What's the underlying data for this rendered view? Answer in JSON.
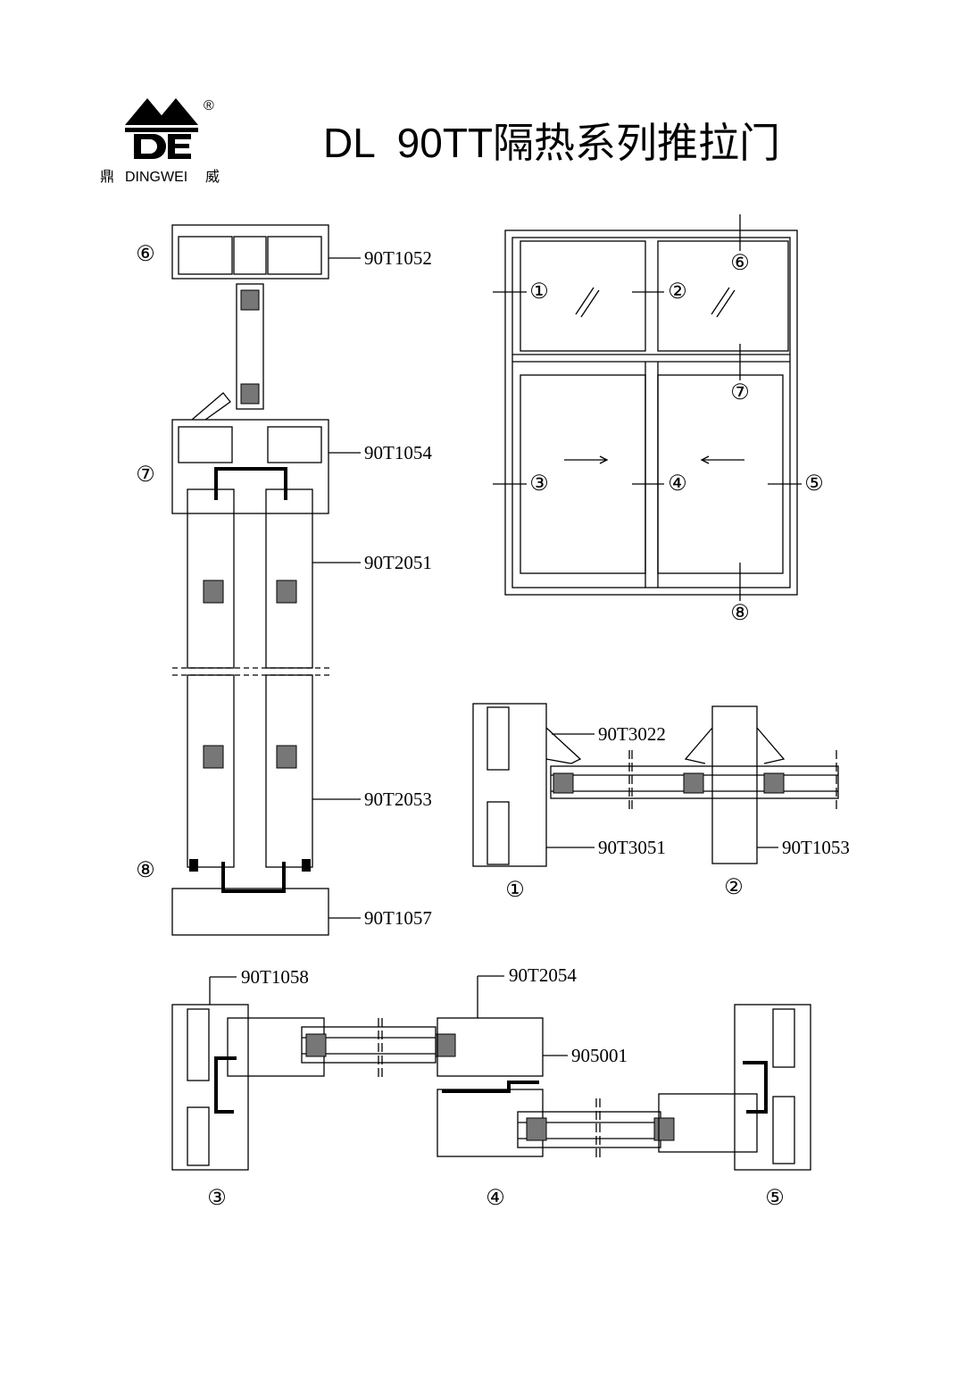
{
  "header": {
    "logo": {
      "letters": "DE",
      "registered": "®",
      "brand_cn_left": "鼎",
      "brand_en": "DINGWEI",
      "brand_cn_right": "威"
    },
    "title": "DL  90TT隔热系列推拉门"
  },
  "vertical_section": {
    "callouts": [
      {
        "num": "⑥",
        "part": "90T1052"
      },
      {
        "num": "⑦",
        "part": "90T1054"
      },
      {
        "num": "",
        "part": "90T2051"
      },
      {
        "num": "",
        "part": "90T2053"
      },
      {
        "num": "⑧",
        "part": "90T1057"
      }
    ]
  },
  "elevation": {
    "markers": [
      "①",
      "②",
      "⑥",
      "⑦",
      "③",
      "④",
      "⑤",
      "⑧"
    ]
  },
  "detail_1_2": {
    "labels": [
      "90T3022",
      "90T3051",
      "90T1053"
    ],
    "markers": [
      "①",
      "②"
    ]
  },
  "detail_3_4_5": {
    "labels": [
      "90T1058",
      "90T2054",
      "905001"
    ],
    "markers": [
      "③",
      "④",
      "⑤"
    ]
  }
}
